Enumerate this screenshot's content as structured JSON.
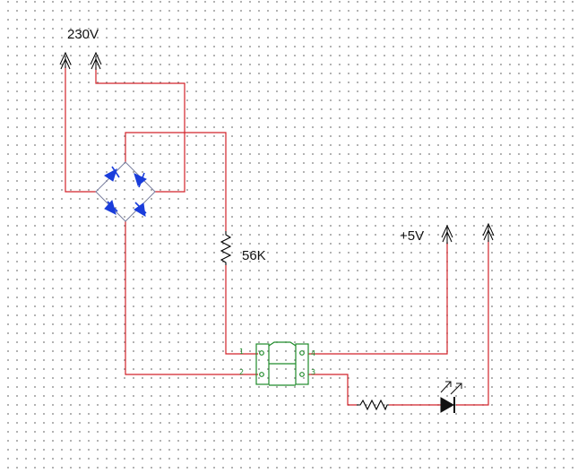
{
  "labels": {
    "mains_voltage": "230V",
    "supply_voltage": "+5V",
    "resistor_value": "56K"
  },
  "optocoupler_pins": [
    "1",
    "2",
    "3",
    "4"
  ],
  "colors": {
    "wire": "#d2232a",
    "diode": "#1a3ddb",
    "optocoupler": "#1f8a2a",
    "background": "#ffffff"
  },
  "icons": [
    "power-terminal-icon",
    "diode-icon",
    "resistor-icon",
    "led-icon",
    "optocoupler-icon"
  ]
}
